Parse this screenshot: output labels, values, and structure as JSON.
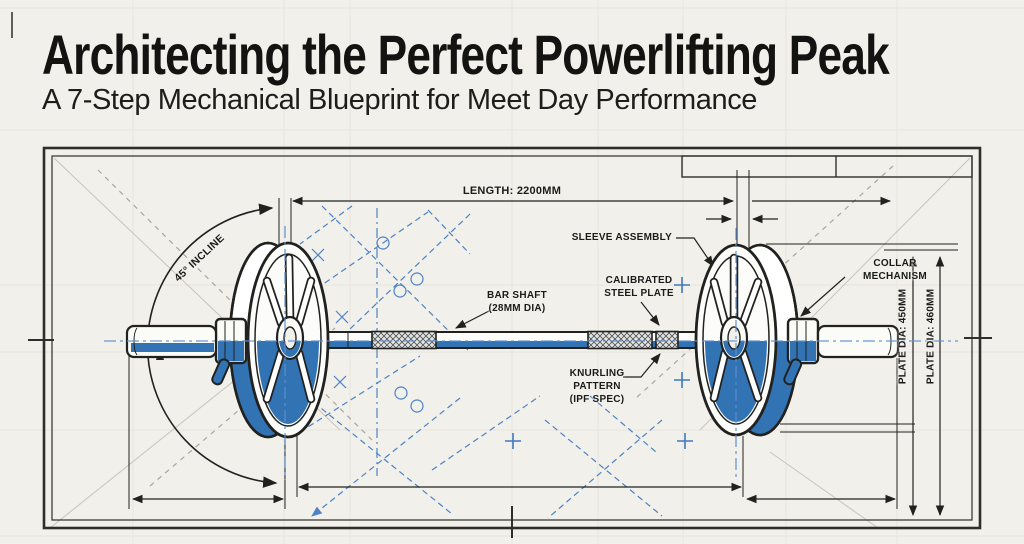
{
  "header": {
    "title": "Architecting the Perfect Powerlifting Peak",
    "subtitle": "A 7-Step Mechanical Blueprint for Meet Day Performance"
  },
  "annotations": {
    "length": "LENGTH: 2200MM",
    "incline": "45° INCLINE",
    "sleeve_assembly": "SLEEVE ASSEMBLY",
    "collar_mechanism": "COLLAR\nMECHANISM",
    "bar_shaft": "BAR SHAFT\n(28MM DIA)",
    "calibrated_plate": "CALIBRATED\nSTEEL PLATE",
    "knurling": "KNURLING\nPATTERN\n(IPF SPEC)",
    "plate_dia_inner": "PLATE DIA: 450MM",
    "plate_dia_outer": "PLATE DIA: 460MM"
  },
  "colors": {
    "background": "#f2f0ea",
    "ink": "#212220",
    "accent_blue": "#3273b4",
    "construction_blue": "#4c82c6"
  }
}
